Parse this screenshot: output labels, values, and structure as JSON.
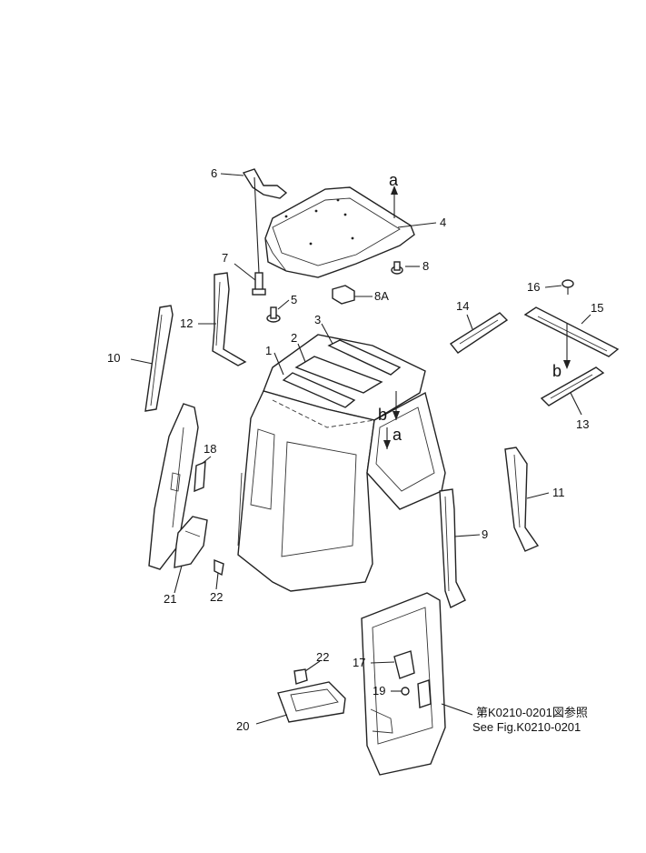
{
  "labels": {
    "p1": "1",
    "p2": "2",
    "p3": "3",
    "p4": "4",
    "p5": "5",
    "p6": "6",
    "p7": "7",
    "p8": "8",
    "p8a": "8A",
    "p9": "9",
    "p10": "10",
    "p11": "11",
    "p12": "12",
    "p13": "13",
    "p14": "14",
    "p15": "15",
    "p16": "16",
    "p17": "17",
    "p18": "18",
    "p19": "19",
    "p20": "20",
    "p21": "21",
    "p22a": "22",
    "p22b": "22"
  },
  "arrows": {
    "a_top": "a",
    "a_mid": "a",
    "b_mid": "b",
    "b_right": "b"
  },
  "reference": {
    "jp": "第K0210-0201図参照",
    "en": "See Fig.K0210-0201"
  }
}
